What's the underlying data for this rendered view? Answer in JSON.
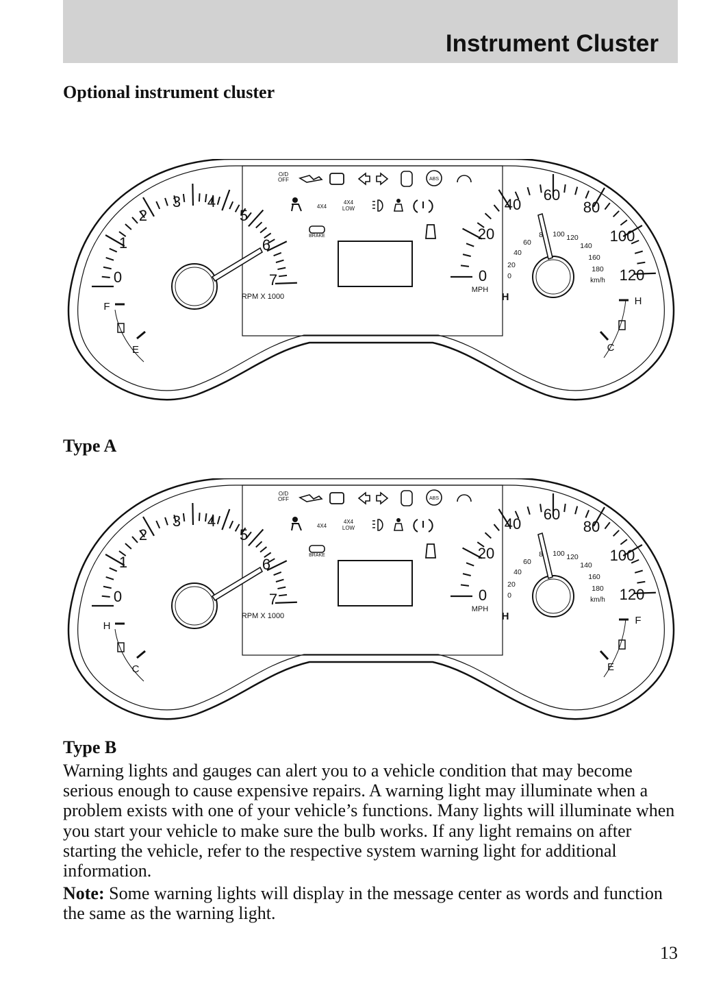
{
  "header": {
    "title": "Instrument Cluster"
  },
  "sections": {
    "optional_heading": "Optional instrument cluster",
    "type_a": "Type A",
    "type_b": "Type B"
  },
  "cluster": {
    "tach": {
      "ticks": [
        "0",
        "1",
        "2",
        "3",
        "4",
        "5",
        "6",
        "7"
      ],
      "unit": "RPM X 1000"
    },
    "speedo": {
      "mph": [
        "0",
        "20",
        "40",
        "60",
        "80",
        "100",
        "120"
      ],
      "mph_label": "MPH",
      "kmh": [
        "0",
        "20",
        "40",
        "60",
        "80",
        "100",
        "120",
        "140",
        "160",
        "180"
      ],
      "kmh_label": "km/h"
    },
    "fuel": {
      "full": "F",
      "empty": "E"
    },
    "temp": {
      "hot": "H",
      "cold": "C"
    },
    "lights": {
      "od_off": [
        "O/D",
        "OFF"
      ],
      "four_by_four": "4X4",
      "four_by_four_low": [
        "4X4",
        "LOW"
      ],
      "brake": "BRAKE",
      "abs": "ABS"
    }
  },
  "body": {
    "paragraph": "Warning lights and gauges can alert you to a vehicle condition that may become serious enough to cause expensive repairs. A warning light may illuminate when a problem exists with one of your vehicle’s functions. Many lights will illuminate when you start your vehicle to make sure the bulb works. If any light remains on after starting the vehicle, refer to the respective system warning light for additional information.",
    "note_label": "Note:",
    "note_text": " Some warning lights will display in the message center as words and function the same as the warning light."
  },
  "page_number": "13"
}
